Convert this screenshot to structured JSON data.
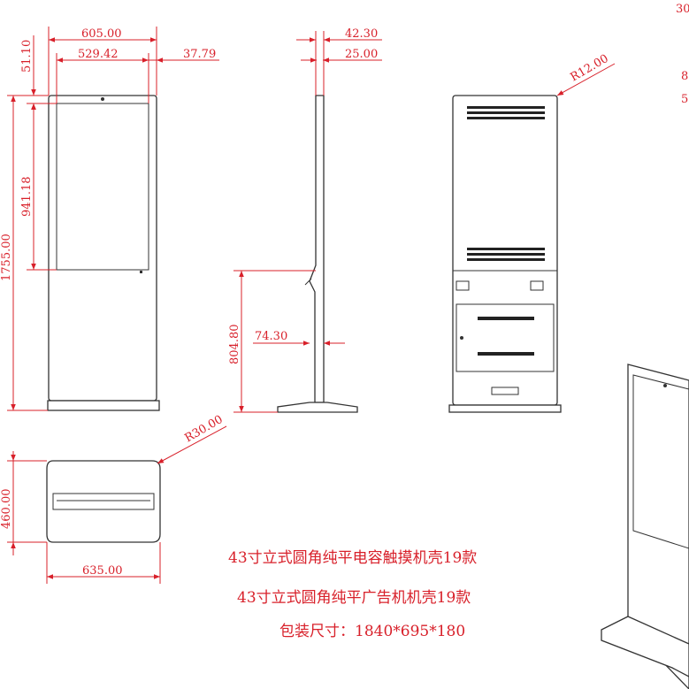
{
  "dimensions": {
    "front_width": "605.00",
    "front_inner_width": "529.42",
    "front_side_margin": "37.79",
    "front_top_margin": "51.10",
    "screen_height": "941.18",
    "total_height": "1755.00",
    "side_depth_top": "42.30",
    "side_depth_inner": "25.00",
    "side_pedestal_height": "804.80",
    "side_bulge": "74.30",
    "back_corner_radius": "R12.00",
    "top_corner_radius": "R30.00",
    "top_depth": "460.00",
    "base_width": "635.00",
    "corner_clip_label_1": "30",
    "corner_clip_label_2": "8",
    "corner_clip_label_3": "5"
  },
  "captions": {
    "line1": "43寸立式圆角纯平电容触摸机壳19款",
    "line2": "43寸立式圆角纯平广告机机壳19款",
    "line3": "包装尺寸：1840*695*180"
  }
}
